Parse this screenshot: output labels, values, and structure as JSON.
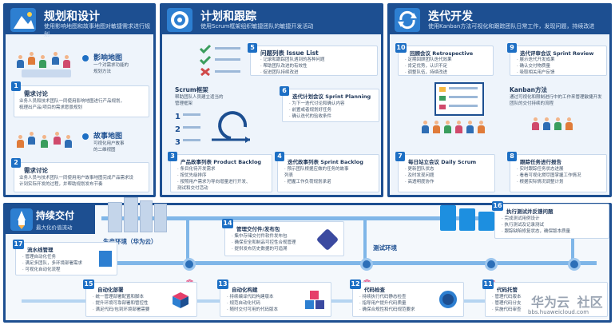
{
  "colors": {
    "primary": "#1d4f91",
    "accent": "#1d6fc4",
    "pipe": "#7fb6e8",
    "arrow": "#e0457b"
  },
  "plan": {
    "title": "规划和设计",
    "subtitle": "使用影响地图和故事地图对敏捷需求进行规划",
    "impact_map": {
      "title": "影响地图",
      "desc": [
        "一个对需求功能的",
        "规划方法"
      ]
    },
    "story_map": {
      "title": "故事地图",
      "desc": [
        "可视化用户故事",
        "的二维视图"
      ]
    },
    "step1": {
      "num": "1",
      "title": "需求讨论",
      "lines": [
        "业务人员和技术团队一同使用影响地图进行产品规划，",
        "梳理出产品/项目的需求愿景规划"
      ]
    },
    "step2": {
      "num": "2",
      "title": "需求讨论",
      "lines": [
        "业务人员与技术团队一同使用用户故事地图完成产品需求设",
        "计到实际开发的过程，并帮助规划发布节奏"
      ]
    }
  },
  "track": {
    "title": "计划和跟踪",
    "subtitle": "使用Scrum框架组织敏捷团队的敏捷开发活动",
    "backlog": {
      "num": "5",
      "title": "问题列表 Issue List",
      "lines": [
        "· 记录和跟踪团队遇到的各种问题",
        "· 帮助团队改进的有效性",
        "· 促进团队持续改进"
      ]
    },
    "scrum": {
      "title": "Scrum框架",
      "lines": [
        "帮助团队人员建立适当的",
        "管理框架"
      ]
    },
    "planning": {
      "num": "6",
      "title": "迭代计划会议 Sprint Planning",
      "lines": [
        "· 为下一迭代讨论和确认内容",
        "· 前置或者规划好任务",
        "· 确认迭代的验收条件"
      ]
    },
    "product_backlog": {
      "num": "3",
      "title": "产品故事列表 Product Backlog",
      "lines": [
        "· 条目化待开发需求",
        "· 按优先级排序",
        "· 按照用户需求为导向增量进行开发、",
        "  测试和交付活动"
      ]
    },
    "sprint_backlog": {
      "num": "4",
      "title": "迭代故事列表 Sprint Backlog",
      "lines": [
        "· 预示团队根据应做的任务的故事",
        "  列表",
        "· 把握工作负荷规划承诺"
      ]
    }
  },
  "iterate": {
    "title": "迭代开发",
    "subtitle": "使用Kanban方法可视化和跟踪团队日常工作，发现问题，持续改进",
    "retro": {
      "num": "10",
      "title": "回顾会议 Retrospective",
      "lines": [
        "· 定期回顾团队迭代效果",
        "· 肯定优势，认识不足",
        "· 调整队伍，持续改进"
      ]
    },
    "review": {
      "num": "9",
      "title": "迭代评审会议 Sprint Review",
      "lines": [
        "· 展示迭代开发成果",
        "· 确认交付物质量",
        "· 吸取相关用户反馈"
      ]
    },
    "kanban": {
      "title": "Kanban方法",
      "lines": [
        "通过可视化和限制进行中的工作来管理敏捷开发",
        "团队的交付持续的流程"
      ]
    },
    "daily": {
      "num": "7",
      "title": "每日站立会议 Daily Scrum",
      "lines": [
        "· 更新团队状态",
        "· 及时发现问题",
        "· 高透明度协作"
      ]
    },
    "track_task": {
      "num": "8",
      "title": "跟踪任务进行报告",
      "lines": [
        "· 实时跟踪任务状态进展",
        "· 看看可视化燃尽图掌握工作情况",
        "· 根据实际情况调整计划"
      ]
    }
  },
  "deliver": {
    "title": "持续交付",
    "subtitle": "最大化价值流动",
    "prod_env": "生产环境（华为云）",
    "test_env": "测试环境",
    "release": {
      "num": "14",
      "title": "管理交付件/发布包",
      "lines": [
        "· 集中存储交付件软件发布包",
        "· 确保安全和制品可控性合规管理",
        "· 提供发布历史数据的可追溯"
      ]
    },
    "pipeline": {
      "num": "17",
      "title": "流水线管理",
      "lines": [
        "· 管理自动化任务",
        "· 满足多团队，多环境部署需求",
        "· 可视化自动化流程"
      ]
    },
    "exec": {
      "num": "16",
      "title": "执行测试并反馈问题",
      "lines": [
        "· 完成测试用例设计",
        "· 执行测试及记录测试",
        "· 跟踪缺陷修复状态，确保版本质量"
      ]
    },
    "deploy": {
      "num": "15",
      "title": "自动化部署",
      "lines": [
        "· 统一管理部署配置和脚本",
        "· 提升环境可靠部署和管控性",
        "· 满足代码/包到环境部署需要"
      ]
    },
    "test_auto": {
      "num": "13",
      "title": "自动化构建",
      "lines": [
        "· 持续编译代码构建版本",
        "· 规范自动化代码",
        "· 随时交付可用的代码版本"
      ]
    },
    "code_check": {
      "num": "12",
      "title": "代码检查",
      "lines": [
        "· 持续执行代码静态检查",
        "· 指导用户提升代码质量",
        "· 确保合规性和代码规范要求"
      ]
    },
    "code_host": {
      "num": "11",
      "title": "代码托管",
      "lines": [
        "· 管理代码版本",
        "· 管理代码分支",
        "· 实施代码审查"
      ]
    }
  },
  "watermark": {
    "text": "华为云",
    "url": "bbs.huaweicloud.com",
    "mark": "社区"
  }
}
